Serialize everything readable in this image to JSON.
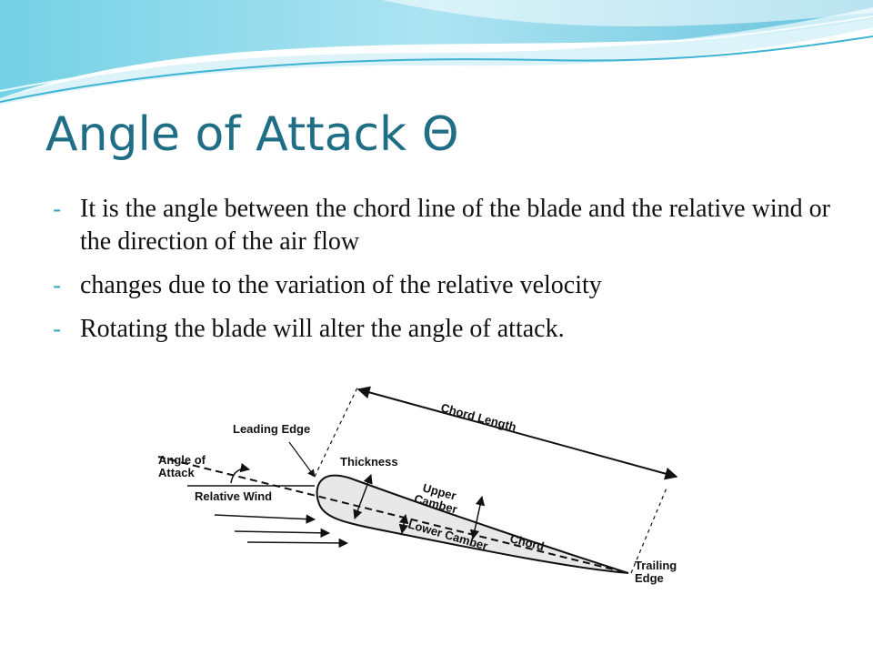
{
  "slide": {
    "title": "Angle of Attack Θ",
    "bullets": [
      {
        "marker": "-",
        "text": "It is the angle between the chord line of the blade and the relative wind or the direction of the air flow"
      },
      {
        "marker": "-",
        "text": "changes due to the variation of the relative velocity"
      },
      {
        "marker": "-",
        "text": "Rotating the blade will alter the angle of attack."
      }
    ]
  },
  "diagram": {
    "labels": {
      "chord_length": "Chord Length",
      "leading_edge": "Leading Edge",
      "angle_of_attack_line1": "Angle of",
      "angle_of_attack_line2": "Attack",
      "thickness": "Thickness",
      "relative_wind": "Relative Wind",
      "upper_camber_line1": "Upper",
      "upper_camber_line2": "Camber",
      "lower_camber": "Lower Camber",
      "chord": "Chord",
      "trailing_edge_line1": "Trailing",
      "trailing_edge_line2": "Edge"
    }
  },
  "colors": {
    "title": "#1f6e86",
    "bullet_marker": "#3aa6c8",
    "wave_dark": "#4cc3dc",
    "wave_light": "#bfeaf3"
  }
}
